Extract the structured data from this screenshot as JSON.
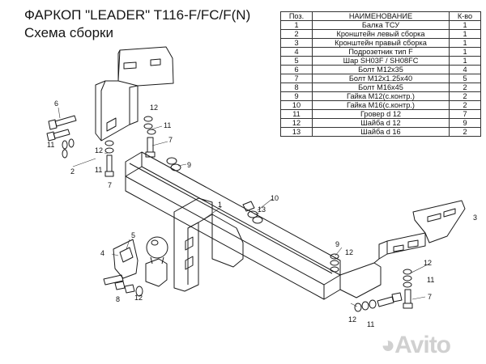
{
  "title": {
    "line1": "ФАРКОП \"LEADER\" T116-F/FC/F(N)",
    "line2": "Схема сборки"
  },
  "table": {
    "headers": {
      "pos": "Поз.",
      "name": "НАИМЕНОВАНИЕ",
      "qty": "К-во"
    },
    "rows": [
      {
        "pos": "1",
        "name": "Балка ТСУ",
        "qty": "1"
      },
      {
        "pos": "2",
        "name": "Кронштейн левый сборка",
        "qty": "1"
      },
      {
        "pos": "3",
        "name": "Кронштейн правый сборка",
        "qty": "1"
      },
      {
        "pos": "4",
        "name": "Подрозетник тип F",
        "qty": "1"
      },
      {
        "pos": "5",
        "name": "Шар SH03F / SH08FC",
        "qty": "1"
      },
      {
        "pos": "6",
        "name": "Болт М12х35",
        "qty": "4"
      },
      {
        "pos": "7",
        "name": "Болт М12х1.25х40",
        "qty": "5"
      },
      {
        "pos": "8",
        "name": "Болт М16х45",
        "qty": "2"
      },
      {
        "pos": "9",
        "name": "Гайка М12(с.контр.)",
        "qty": "2"
      },
      {
        "pos": "10",
        "name": "Гайка М16(с.контр.)",
        "qty": "2"
      },
      {
        "pos": "11",
        "name": "Гровер d 12",
        "qty": "7"
      },
      {
        "pos": "12",
        "name": "Шайба d 12",
        "qty": "9"
      },
      {
        "pos": "13",
        "name": "Шайба d 16",
        "qty": "2"
      }
    ]
  },
  "callouts": {
    "c1": "1",
    "c2": "2",
    "c3": "3",
    "c4": "4",
    "c5": "5",
    "c6": "6",
    "c7a": "7",
    "c7b": "7",
    "c7c": "7",
    "c8": "8",
    "c9a": "9",
    "c9b": "9",
    "c10": "10",
    "c11a": "11",
    "c11b": "11",
    "c11c": "11",
    "c11d": "11",
    "c11e": "11",
    "c12a": "12",
    "c12b": "12",
    "c12c": "12",
    "c12d": "12",
    "c12e": "12",
    "c12f": "12",
    "c13": "13"
  },
  "watermark": {
    "brand": "Avito"
  }
}
